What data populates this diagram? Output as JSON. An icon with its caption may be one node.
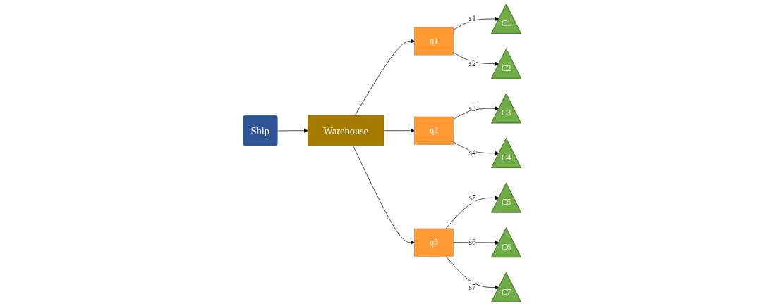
{
  "diagram": {
    "nodes": [
      {
        "text": [
          "Ship"
        ]
      },
      {
        "text": [
          "Warehouse"
        ]
      },
      {
        "text": [
          "q1"
        ]
      },
      {
        "text": [
          "q2"
        ]
      },
      {
        "text": [
          "q3"
        ]
      },
      {
        "text": [
          "C1"
        ]
      },
      {
        "text": [
          "C2"
        ]
      },
      {
        "text": [
          "C3"
        ]
      },
      {
        "text": [
          "C4"
        ]
      },
      {
        "text": [
          "C5"
        ]
      },
      {
        "text": [
          "C6"
        ]
      },
      {
        "text": [
          "C7"
        ]
      }
    ],
    "edges": [
      {
        "from": 0,
        "to": 1,
        "arrow": "to"
      },
      {
        "from": 1,
        "to": 2,
        "arrow": "to"
      },
      {
        "from": 1,
        "to": 3,
        "arrow": "to"
      },
      {
        "from": 1,
        "to": 4,
        "arrow": "to"
      },
      {
        "from": 2,
        "to": 5,
        "arrow": "to",
        "label": "s1"
      },
      {
        "from": 2,
        "to": 6,
        "arrow": "to",
        "label": "s2"
      },
      {
        "from": 3,
        "to": 7,
        "arrow": "to",
        "label": "s3"
      },
      {
        "from": 3,
        "to": 8,
        "arrow": "to",
        "label": "s4"
      },
      {
        "from": 4,
        "to": 9,
        "arrow": "to",
        "label": "s5"
      },
      {
        "from": 4,
        "to": 10,
        "arrow": "to",
        "label": "s6"
      },
      {
        "from": 4,
        "to": 11,
        "arrow": "to",
        "label": "s7"
      }
    ]
  }
}
